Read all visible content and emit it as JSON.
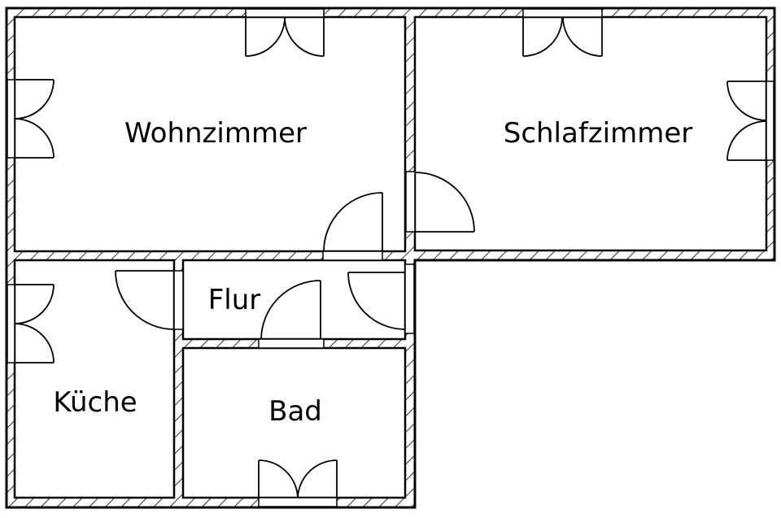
{
  "plan": {
    "rooms": [
      {
        "name": "Wohnzimmer"
      },
      {
        "name": "Schlafzimmer"
      },
      {
        "name": "Flur"
      },
      {
        "name": "Küche"
      },
      {
        "name": "Bad"
      }
    ],
    "colors": {
      "wall": "#000000",
      "background": "#ffffff"
    }
  }
}
